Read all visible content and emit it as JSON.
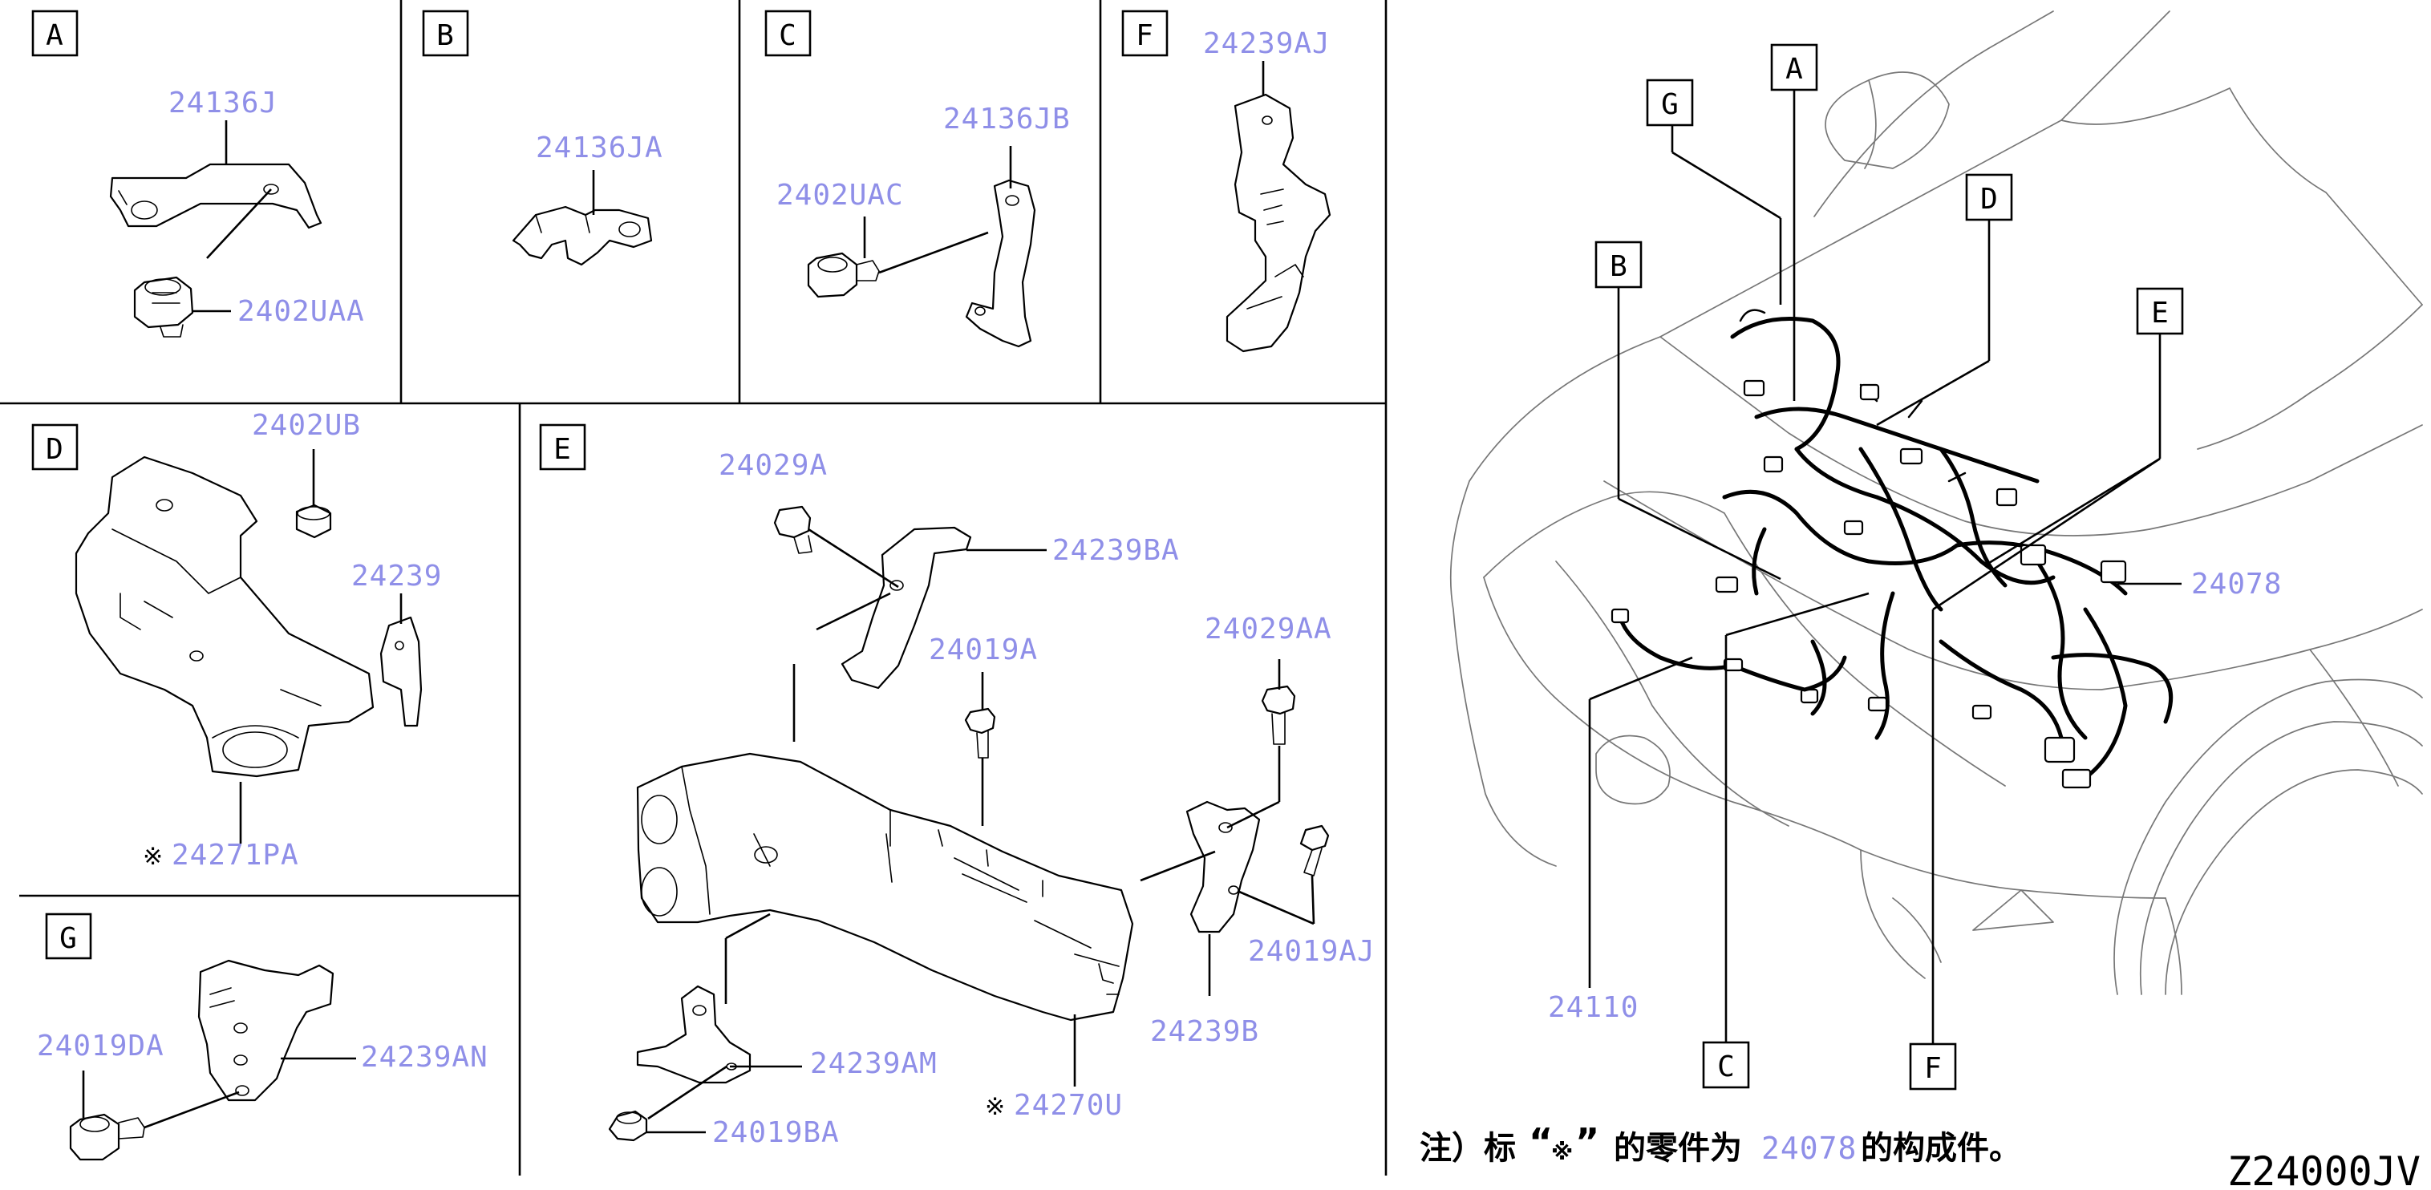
{
  "panels": {
    "A": {
      "letter": "A",
      "parts": [
        "24136J",
        "2402UAA"
      ]
    },
    "B": {
      "letter": "B",
      "parts": [
        "24136JA"
      ]
    },
    "C": {
      "letter": "C",
      "parts": [
        "24136JB",
        "2402UAC"
      ]
    },
    "F": {
      "letter": "F",
      "parts": [
        "24239AJ"
      ]
    },
    "D": {
      "letter": "D",
      "parts": [
        "2402UB",
        "24239",
        "24271PA"
      ],
      "marked_part": "24271PA"
    },
    "E": {
      "letter": "E",
      "parts": [
        "24029A",
        "24239BA",
        "24019A",
        "24029AA",
        "24019AJ",
        "24239B",
        "24239AM",
        "24019BA",
        "24270U"
      ],
      "marked_part": "24270U"
    },
    "G": {
      "letter": "G",
      "parts": [
        "24019DA",
        "24239AN"
      ]
    }
  },
  "overview": {
    "callouts": [
      "G",
      "A",
      "D",
      "B",
      "E",
      "C",
      "F"
    ],
    "parts": [
      "24078",
      "24110"
    ]
  },
  "marker_symbol": "※",
  "note": {
    "prefix": "注）标",
    "open_quote": "“",
    "symbol": "※",
    "close_quote": "”",
    "middle": "的零件为",
    "part": "24078",
    "suffix": "的构成件。"
  },
  "diagram_code": "Z24000JV"
}
